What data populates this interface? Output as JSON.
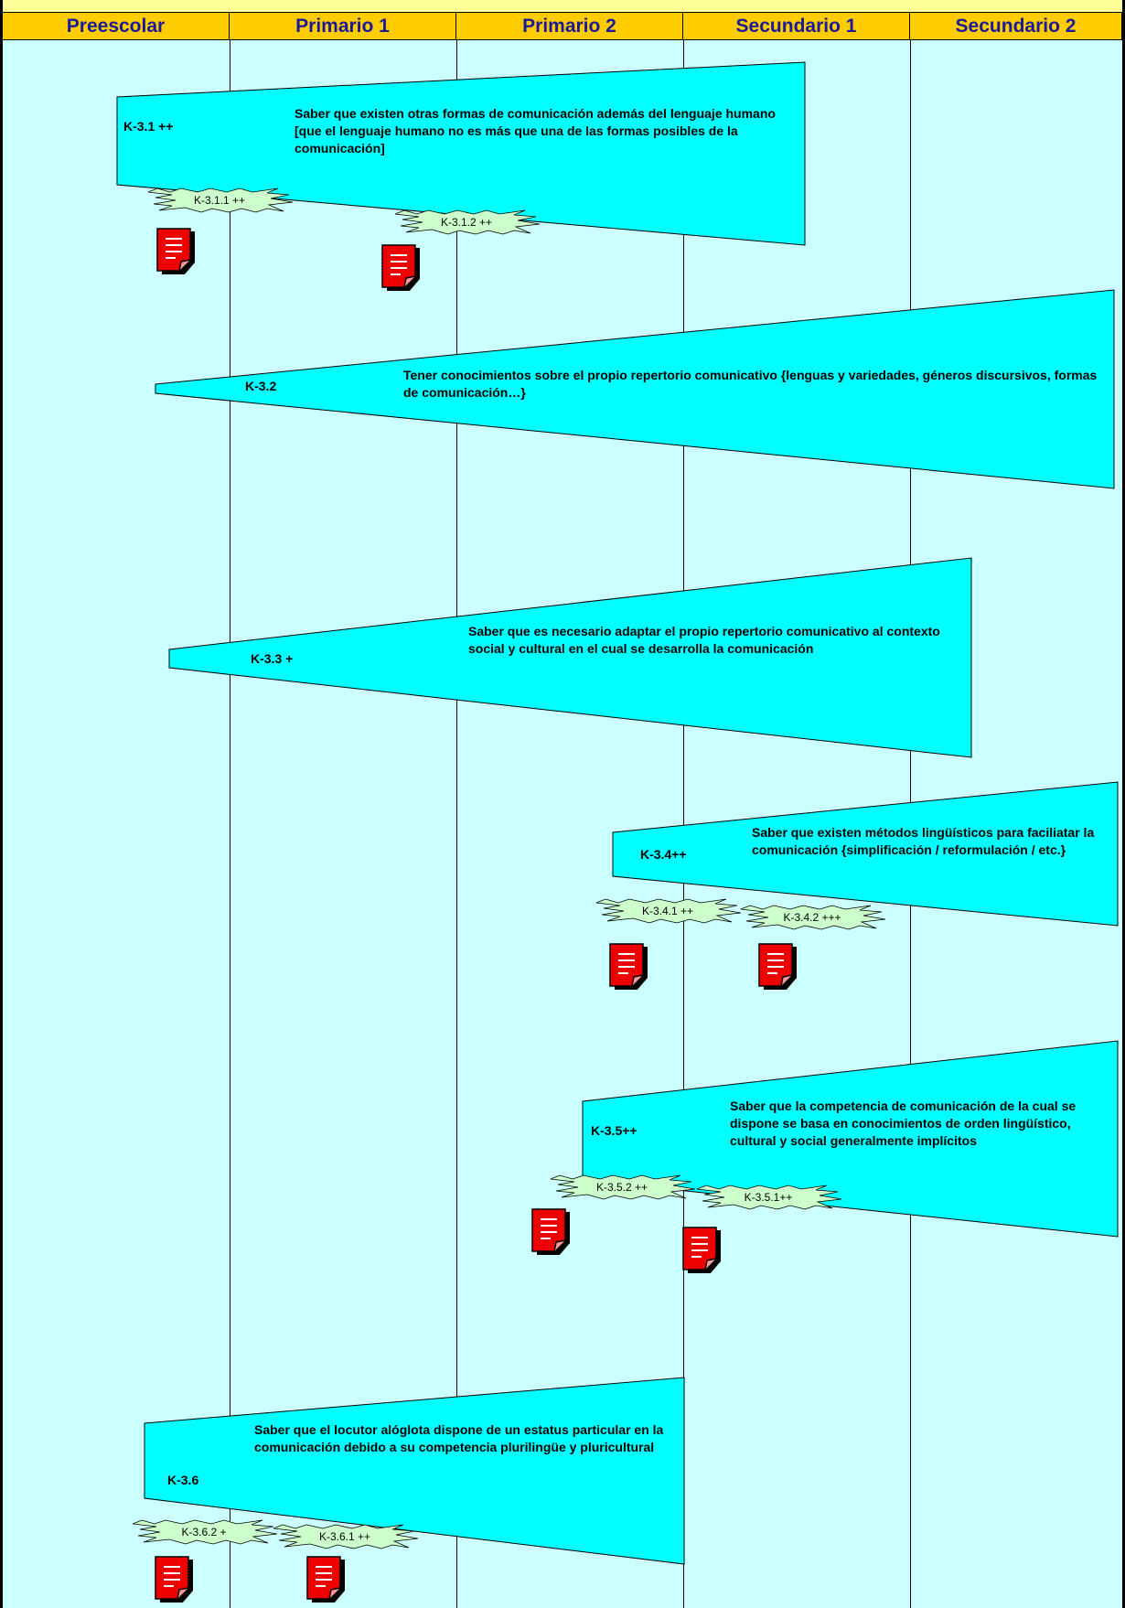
{
  "columns": [
    {
      "label": "Preescolar"
    },
    {
      "label": "Primario 1"
    },
    {
      "label": "Primario 2"
    },
    {
      "label": "Secundario 1"
    },
    {
      "label": "Secundario 2"
    }
  ],
  "colors": {
    "header_bg": "#ffcc00",
    "header_text": "#1a1a99",
    "top_strip": "#ffff99",
    "board_bg": "#ccffff",
    "wedge_fill": "#00ffff",
    "tag_fill": "#ccffcc",
    "doc_red": "#ee0000"
  },
  "items": [
    {
      "code": "K-3.1 ++",
      "text": "Saber que existen otras formas de comunicación además del lenguaje humano [que el lenguaje humano no es más que una de las formas posibles de la comunicación]",
      "tags": [
        {
          "label": "K-3.1.1 ++"
        },
        {
          "label": "K-3.1.2  ++"
        }
      ]
    },
    {
      "code": "K-3.2",
      "text": "Tener conocimientos sobre el propio repertorio comunicativo {lenguas y variedades, géneros discursivos, formas de comunicación…}",
      "tags": []
    },
    {
      "code": "K-3.3 +",
      "text": "Saber que es necesario adaptar el propio repertorio comunicativo al contexto social y cultural en el cual se desarrolla la comunicación",
      "tags": []
    },
    {
      "code": "K-3.4++",
      "text": "Saber que existen métodos lingüísticos para faciliatar la comunicación {simplificación / reformulación / etc.}",
      "tags": [
        {
          "label": "K-3.4.1 ++"
        },
        {
          "label": "K-3.4.2 +++"
        }
      ]
    },
    {
      "code": "K-3.5++",
      "text": "Saber que la competencia de comunicación de la cual se dispone se basa en conocimientos de orden lingüístico, cultural y social generalmente implícitos",
      "tags": [
        {
          "label": "K-3.5.2  ++"
        },
        {
          "label": "K-3.5.1++"
        }
      ]
    },
    {
      "code": "K-3.6",
      "text": "Saber que el locutor alóglota dispone de un estatus particular en la comunicación debido a su competencia plurilingüe y pluricultural",
      "tags": [
        {
          "label": "K-3.6.2 +"
        },
        {
          "label": "K-3.6.1 ++"
        }
      ]
    }
  ],
  "icons": {
    "document": "document-icon",
    "tag_shape": "starburst-tag"
  }
}
